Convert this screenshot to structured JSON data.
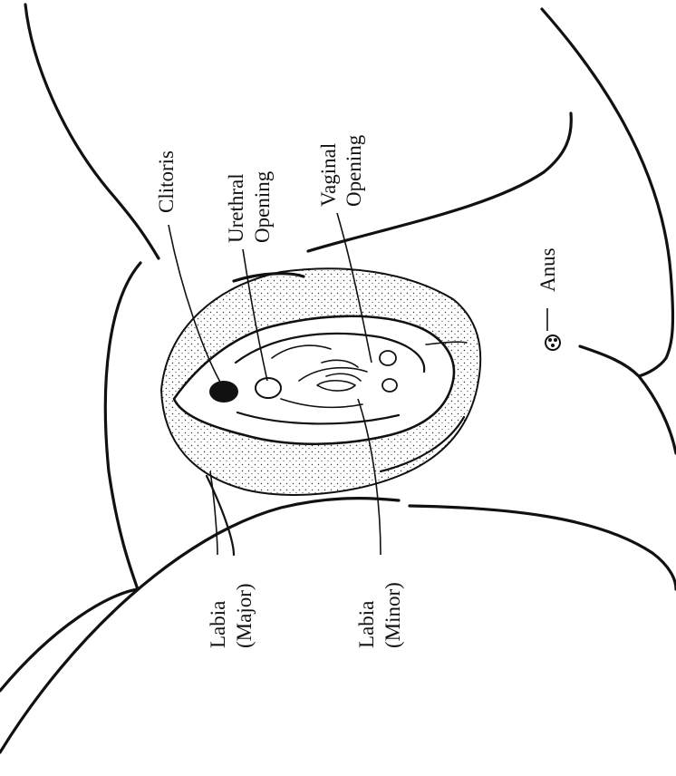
{
  "labels": {
    "clitoris": "Clitoris",
    "urethral": [
      "Urethral",
      "Opening"
    ],
    "vaginal": [
      "Vaginal",
      "Opening"
    ],
    "anus": "Anus",
    "labia_major": [
      "Labia",
      "(Major)"
    ],
    "labia_minor": [
      "Labia",
      "(Minor)"
    ]
  }
}
